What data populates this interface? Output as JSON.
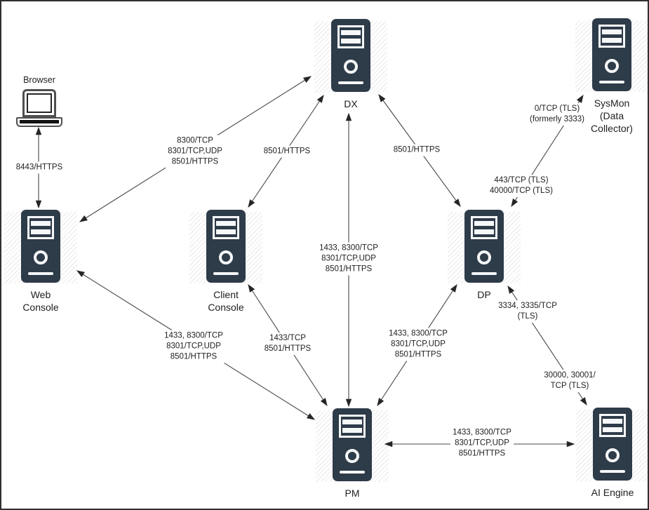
{
  "diagram": {
    "type": "network-architecture",
    "colors": {
      "server_fill": "#2e3b49",
      "connector": "#474747",
      "text": "#1e1e1e",
      "background": "#ffffff"
    }
  },
  "nodes": {
    "browser": {
      "label": "Browser",
      "icon": "laptop-icon"
    },
    "dx": {
      "label": "DX",
      "icon": "tower-server-icon"
    },
    "sysmon": {
      "label": "SysMon\n(Data\nCollector)",
      "icon": "tower-server-icon"
    },
    "web_console": {
      "label": "Web\nConsole",
      "icon": "tower-server-icon"
    },
    "client_console": {
      "label": "Client\nConsole",
      "icon": "tower-server-icon"
    },
    "dp": {
      "label": "DP",
      "icon": "tower-server-icon"
    },
    "pm": {
      "label": "PM",
      "icon": "tower-server-icon"
    },
    "ai_engine": {
      "label": "AI Engine",
      "icon": "tower-server-icon"
    }
  },
  "edges": {
    "browser_web_console": {
      "from": "browser",
      "to": "web_console",
      "label": "8443/HTTPS"
    },
    "web_console_dx": {
      "from": "web_console",
      "to": "dx",
      "label": "8300/TCP\n8301/TCP,UDP\n8501/HTTPS"
    },
    "client_console_dx": {
      "from": "client_console",
      "to": "dx",
      "label": "8501/HTTPS"
    },
    "dp_dx": {
      "from": "dp",
      "to": "dx",
      "label": "8501/HTTPS"
    },
    "dx_pm": {
      "from": "dx",
      "to": "pm",
      "label": "1433, 8300/TCP\n8301/TCP,UDP\n8501/HTTPS"
    },
    "dp_sysmon": {
      "from": "dp",
      "to": "sysmon",
      "label_upper": "0/TCP (TLS)\n(formerly 3333)",
      "label_lower": "443/TCP (TLS)\n40000/TCP (TLS)"
    },
    "web_console_pm": {
      "from": "web_console",
      "to": "pm",
      "label": "1433, 8300/TCP\n8301/TCP,UDP\n8501/HTTPS"
    },
    "client_console_pm": {
      "from": "client_console",
      "to": "pm",
      "label": "1433/TCP\n8501/HTTPS"
    },
    "dp_pm": {
      "from": "dp",
      "to": "pm",
      "label": "1433, 8300/TCP\n8301/TCP,UDP\n8501/HTTPS"
    },
    "dp_ai_engine": {
      "from": "dp",
      "to": "ai_engine",
      "label_upper": "3334, 3335/TCP\n(TLS)",
      "label_lower": "30000, 30001/\nTCP (TLS)"
    },
    "pm_ai_engine": {
      "from": "pm",
      "to": "ai_engine",
      "label": "1433, 8300/TCP\n8301/TCP,UDP\n8501/HTTPS"
    }
  }
}
